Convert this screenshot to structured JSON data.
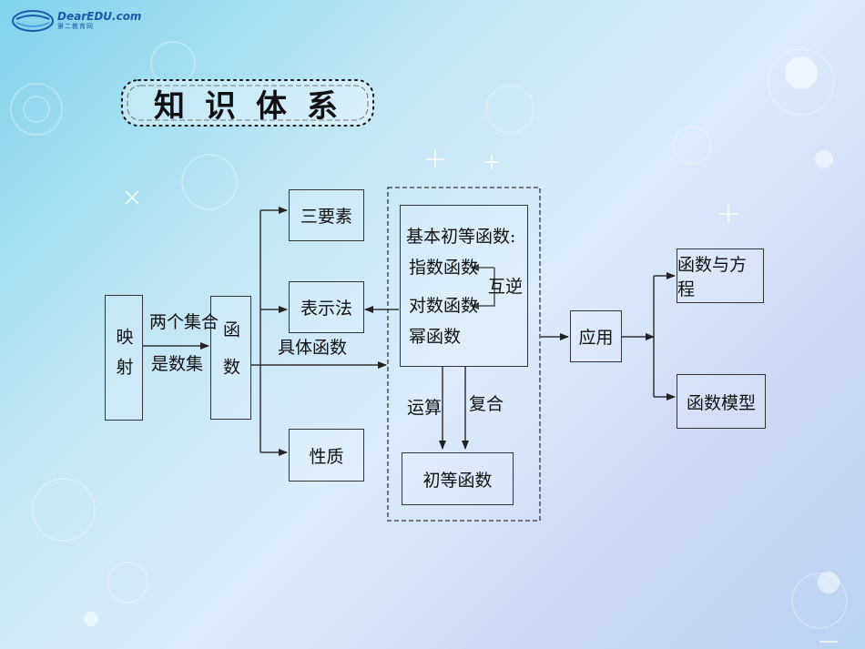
{
  "logo": {
    "name": "DearEDU.com",
    "subtitle": "第二教育网"
  },
  "title": "知识体系",
  "colors": {
    "line": "#333333",
    "text": "#111111",
    "logo": "#1a5aa8"
  },
  "nodes": {
    "mapping": "映射",
    "function": "函数",
    "three_elements": "三要素",
    "representation": "表示法",
    "properties": "性质",
    "basic_elementary": "基本初等函数:",
    "exponential": "指数函数",
    "logarithmic": "对数函数",
    "power": "幂函数",
    "elementary": "初等函数",
    "application": "应用",
    "function_equation": "函数与方程",
    "function_model": "函数模型"
  },
  "edge_labels": {
    "two_sets_line1": "两个集合",
    "two_sets_line2": "是数集",
    "specific_function": "具体函数",
    "inverse": "互逆",
    "operation": "运算",
    "composite": "复合"
  }
}
